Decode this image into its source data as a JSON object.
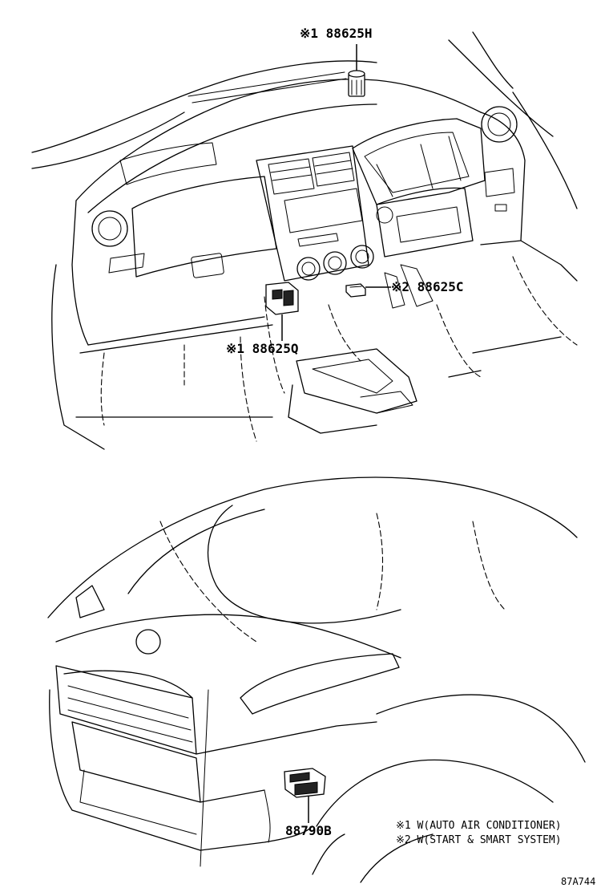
{
  "callouts": {
    "part_88625h": "※1 88625H",
    "part_88625c": "※2 88625C",
    "part_88625q": "※1 88625Q",
    "part_88790b": "88790B"
  },
  "notes": [
    "※1 W(AUTO AIR CONDITIONER)",
    "※2 W(START & SMART SYSTEM)"
  ],
  "drawing_code": "87A744"
}
